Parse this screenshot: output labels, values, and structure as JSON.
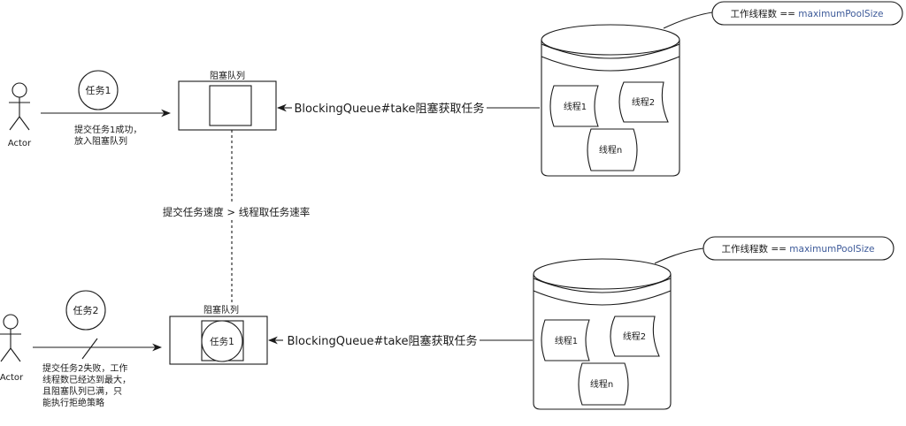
{
  "scene1": {
    "actor_label": "Actor",
    "task_label": "任务1",
    "submit_note": [
      "提交任务1成功，",
      "放入阻塞队列"
    ],
    "queue_label": "阻塞队列",
    "take_label": "BlockingQueue#take阻塞获取任务",
    "threads": [
      "线程1",
      "线程2",
      "线程n"
    ],
    "callout_prefix": "工作线程数 == ",
    "callout_value": "maximumPoolSize"
  },
  "transition_label": "提交任务速度 > 线程取任务速率",
  "scene2": {
    "actor_label": "Actor",
    "task_label": "任务2",
    "queued_task_label": "任务1",
    "fail_note": [
      "提交任务2失败，工作",
      "线程数已经达到最大，",
      "且阻塞队列已满，只",
      "能执行拒绝策略"
    ],
    "queue_label": "阻塞队列",
    "take_label": "BlockingQueue#take阻塞获取任务",
    "threads": [
      "线程1",
      "线程2",
      "线程n"
    ],
    "callout_prefix": "工作线程数 == ",
    "callout_value": "maximumPoolSize"
  },
  "colors": {
    "stroke": "#1a1a1a",
    "highlight": "#3d5a99"
  }
}
